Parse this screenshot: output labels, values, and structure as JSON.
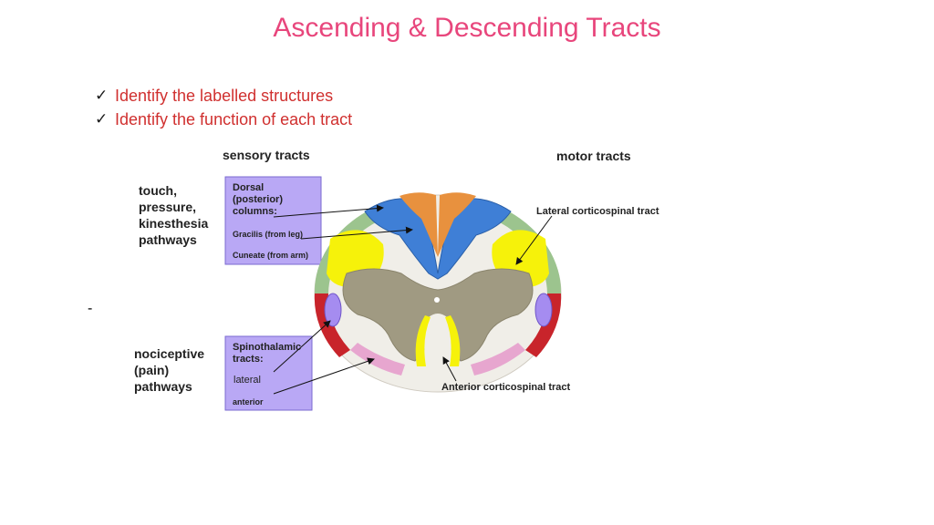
{
  "title": "Ascending & Descending Tracts",
  "bullets": [
    "Identify the labelled structures",
    "Identify the function of each tract"
  ],
  "dash": "-",
  "diagram": {
    "sensory_header": "sensory tracts",
    "motor_header": "motor tracts",
    "touch_label": [
      "touch,",
      "pressure,",
      "kinesthesia",
      "pathways"
    ],
    "dorsal_box": {
      "lines": [
        "Dorsal",
        "(posterior)",
        "columns:"
      ],
      "gracilis": "Gracilis (from leg)",
      "cuneate": "Cuneate (from arm)"
    },
    "pain_label": [
      "nociceptive",
      "(pain)",
      "pathways"
    ],
    "spino_box": {
      "lines": [
        "Spinothalamic",
        "tracts:"
      ],
      "lateral": "lateral",
      "anterior": "anterior"
    },
    "lateral_cs": "Lateral corticospinal tract",
    "anterior_cs": "Anterior corticospinal tract",
    "colors": {
      "box_fill": "#b9a8f5",
      "dorsal_blue": "#3f7fd6",
      "gracilis_orange": "#e8913e",
      "grey_matter": "#a09a82",
      "white_matter": "#f0eee8",
      "yellow": "#f6f20a",
      "red": "#c8242b",
      "green": "#9cc48e",
      "pink": "#e7a6cf",
      "violet": "#a58cf0"
    }
  }
}
